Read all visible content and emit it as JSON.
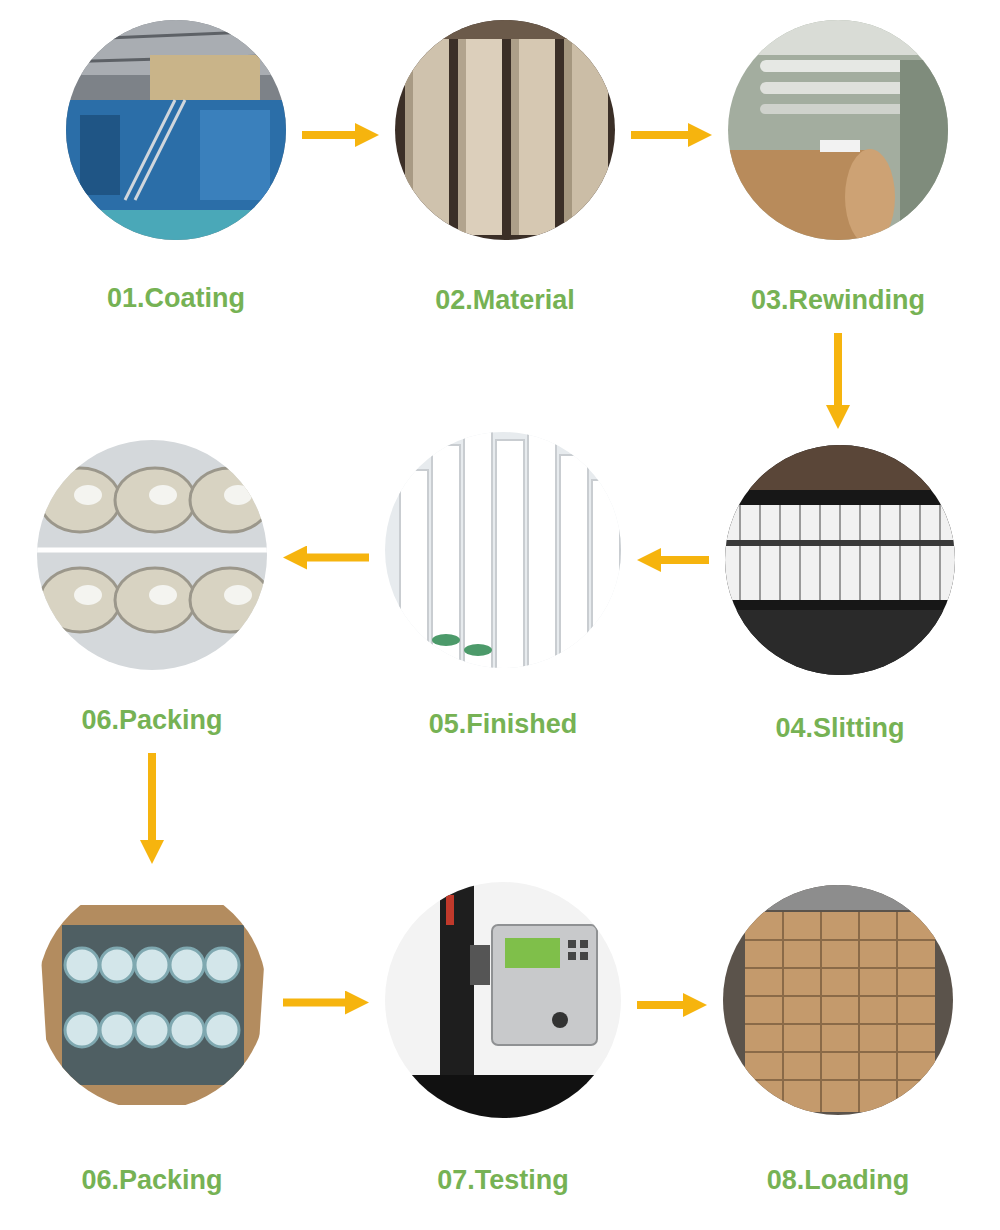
{
  "diagram": {
    "nodes": [
      {
        "text": [
          "01.Coating"
        ]
      },
      {
        "text": [
          "02.Material"
        ]
      },
      {
        "text": [
          "03.Rewinding"
        ]
      },
      {
        "text": [
          "04.Slitting"
        ]
      },
      {
        "text": [
          "05.Finished"
        ]
      },
      {
        "text": [
          "06.Packing"
        ]
      },
      {
        "text": [
          "06.Packing"
        ]
      },
      {
        "text": [
          "07.Testing"
        ]
      },
      {
        "text": [
          "08.Loading"
        ]
      }
    ],
    "edges": [
      {
        "from": 0,
        "to": 1,
        "arrow": "to"
      },
      {
        "from": 1,
        "to": 2,
        "arrow": "to"
      },
      {
        "from": 2,
        "to": 3,
        "arrow": "to"
      },
      {
        "from": 3,
        "to": 4,
        "arrow": "to"
      },
      {
        "from": 4,
        "to": 5,
        "arrow": "to"
      },
      {
        "from": 5,
        "to": 6,
        "arrow": "to"
      },
      {
        "from": 6,
        "to": 7,
        "arrow": "to"
      },
      {
        "from": 7,
        "to": 8,
        "arrow": "to"
      }
    ]
  }
}
